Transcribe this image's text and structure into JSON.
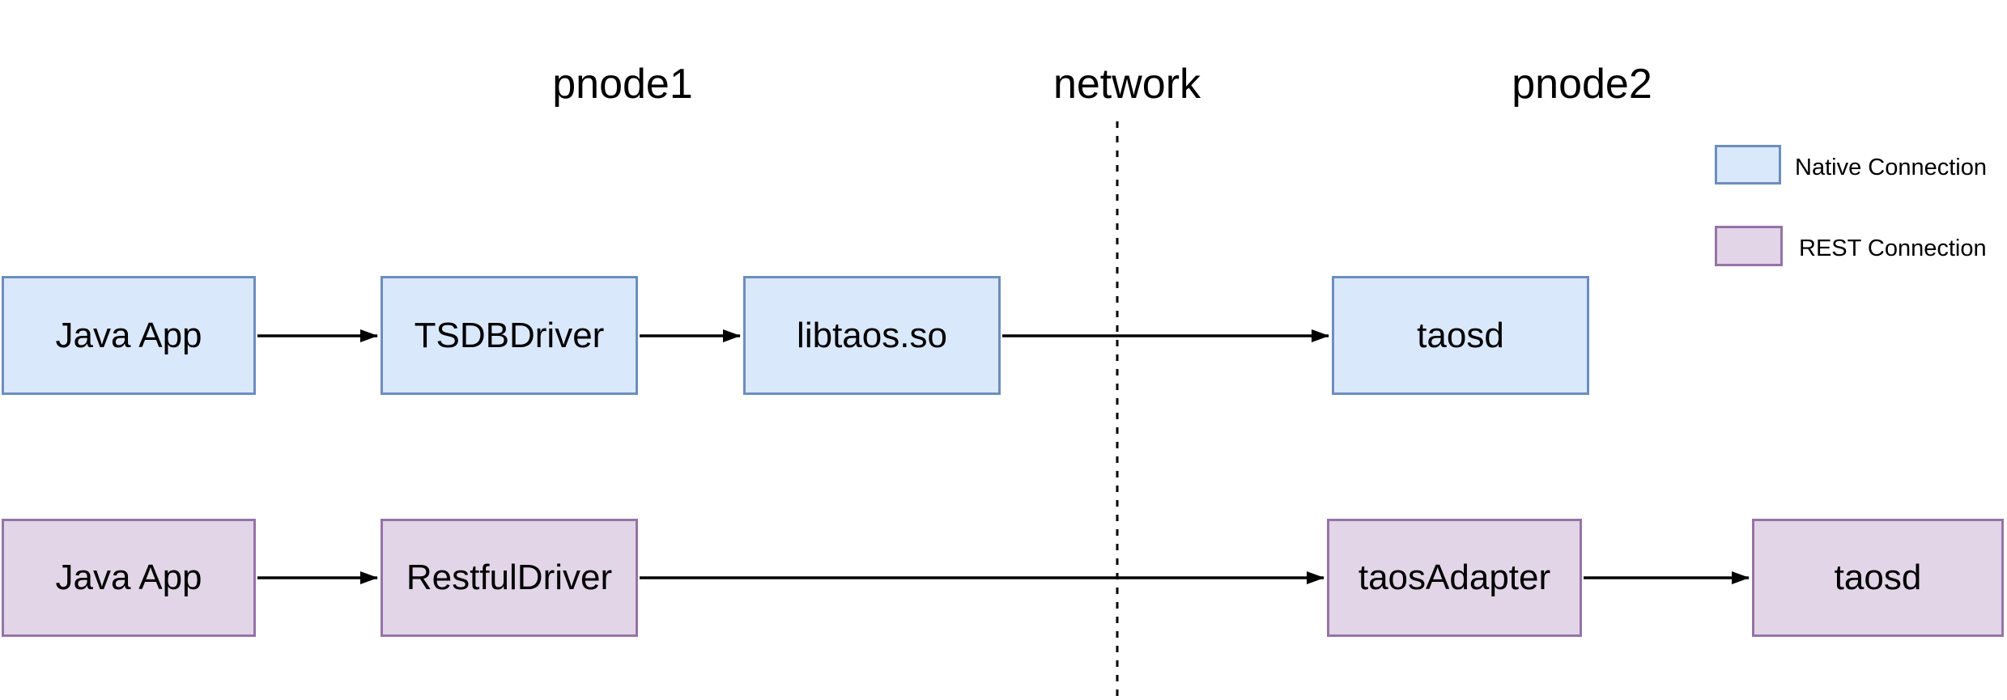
{
  "zones": [
    {
      "label": "pnode1"
    },
    {
      "label": "network"
    },
    {
      "label": "pnode2"
    }
  ],
  "legend": {
    "items": [
      {
        "label": "Native Connection",
        "fill": "#dae8fc",
        "stroke": "#6c8ebf"
      },
      {
        "label": "REST Connection",
        "fill": "#e1d5e7",
        "stroke": "#9673a6"
      }
    ]
  },
  "flows": {
    "native": {
      "nodes": [
        {
          "label": "Java App"
        },
        {
          "label": "TSDBDriver"
        },
        {
          "label": "libtaos.so"
        },
        {
          "label": "taosd"
        }
      ]
    },
    "rest": {
      "nodes": [
        {
          "label": "Java App"
        },
        {
          "label": "RestfulDriver"
        },
        {
          "label": "taosAdapter"
        },
        {
          "label": "taosd"
        }
      ]
    }
  },
  "colors": {
    "connector": "#000000",
    "background": "#ffffff"
  }
}
